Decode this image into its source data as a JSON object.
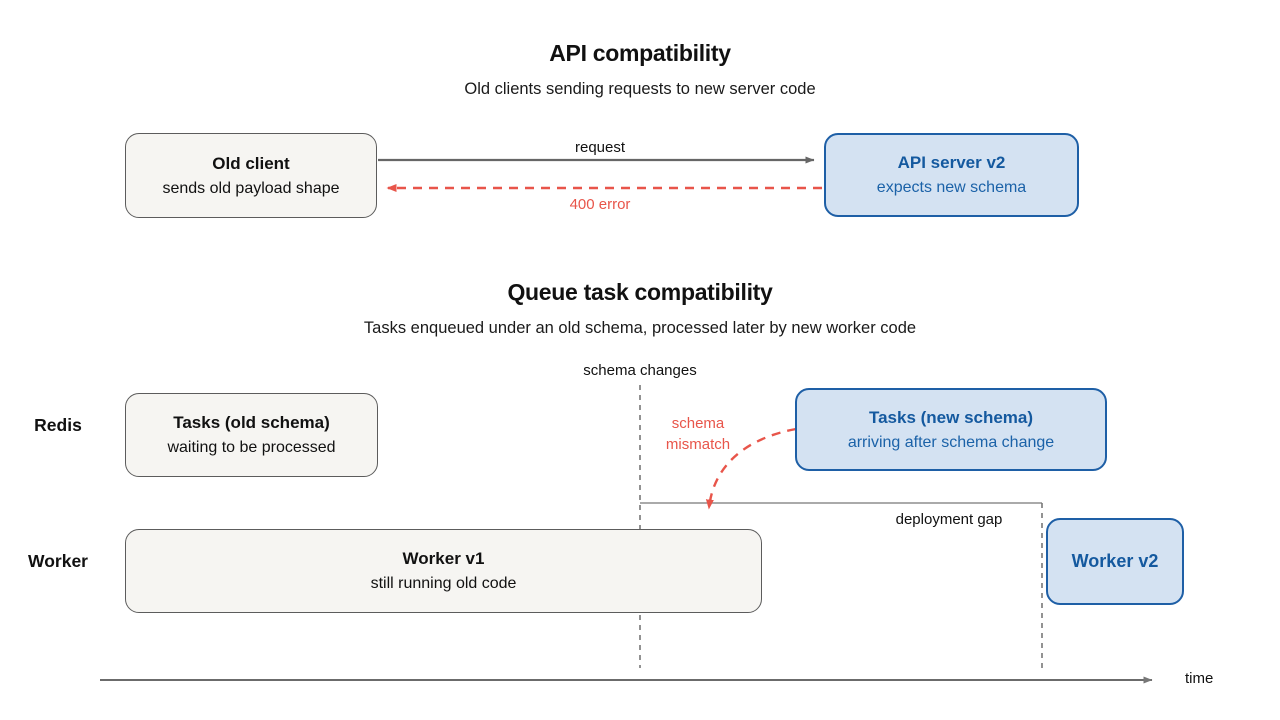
{
  "colors": {
    "gray_box_fill": "#f6f5f2",
    "gray_box_border": "#5c5c5c",
    "blue_box_fill": "#d4e2f2",
    "blue_box_border": "#1e5fa6",
    "blue_text": "#14599f",
    "red_accent": "#e8554a",
    "arrow_gray": "#666666"
  },
  "api_section": {
    "title": "API compatibility",
    "subtitle": "Old clients sending requests to new server code",
    "old_client": {
      "title": "Old client",
      "subtitle": "sends old payload shape"
    },
    "api_server": {
      "title": "API server v2",
      "subtitle": "expects new schema"
    },
    "request_label": "request",
    "error_label": "400 error"
  },
  "queue_section": {
    "title": "Queue task compatibility",
    "subtitle": "Tasks enqueued under an old schema, processed later by new worker code",
    "schema_changes_label": "schema changes",
    "schema_mismatch_label": "schema\nmismatch",
    "deployment_gap_label": "deployment gap",
    "redis_lane_label": "Redis",
    "worker_lane_label": "Worker",
    "tasks_old": {
      "title": "Tasks (old schema)",
      "subtitle": "waiting to be processed"
    },
    "tasks_new": {
      "title": "Tasks (new schema)",
      "subtitle": "arriving after schema change"
    },
    "worker_v1": {
      "title": "Worker v1",
      "subtitle": "still running old code"
    },
    "worker_v2": {
      "title": "Worker v2"
    },
    "time_axis_label": "time"
  }
}
